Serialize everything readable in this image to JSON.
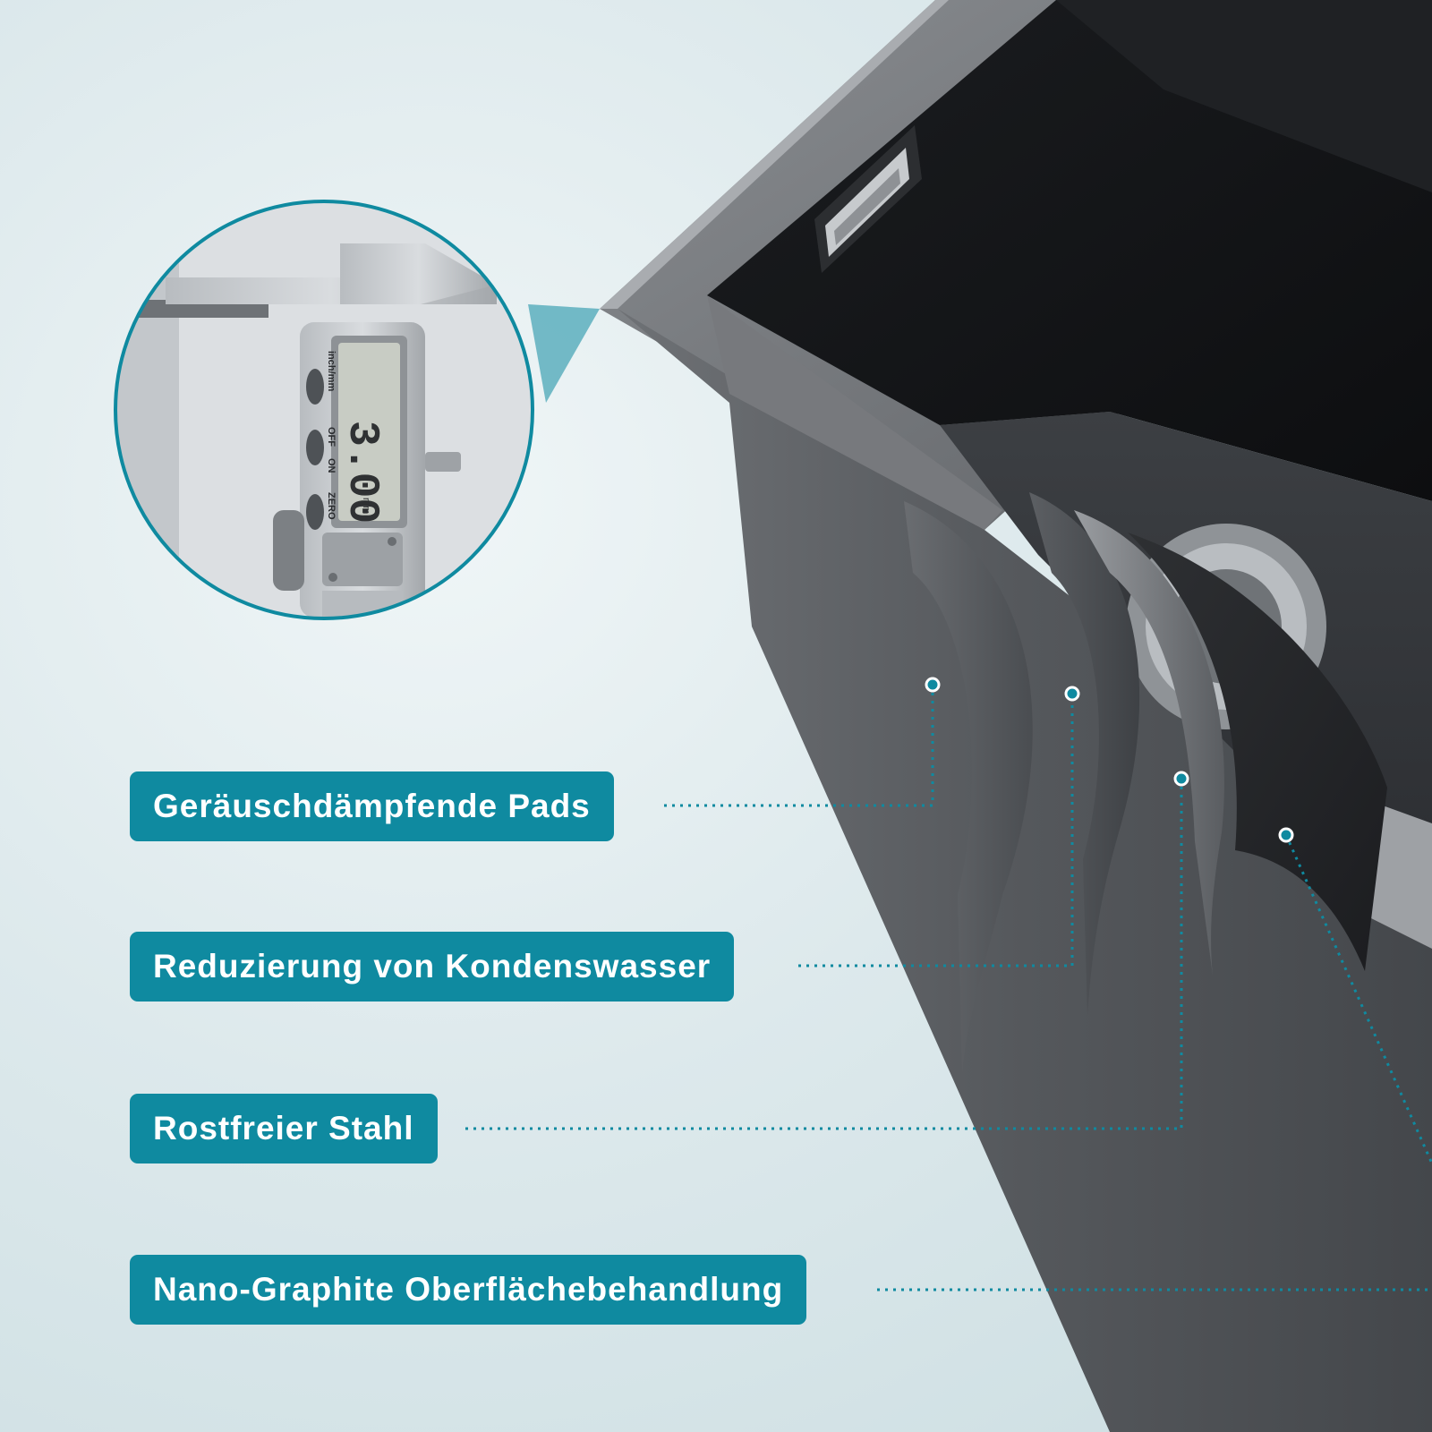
{
  "colors": {
    "accent": "#0f8aa0",
    "background": "#dde9ec",
    "sink_graphite": "#4b4e52",
    "sink_interior": "#121416"
  },
  "callouts": [
    {
      "label": "Geräuschdämpfende Pads"
    },
    {
      "label": "Reduzierung von Kondenswasser"
    },
    {
      "label": "Rostfreier Stahl"
    },
    {
      "label": "Nano-Graphite Oberflächebehandlung"
    }
  ],
  "caliper": {
    "unit_button": "inch/mm",
    "power_off": "OFF",
    "power_on": "ON",
    "zero_button": "ZERO",
    "reading": "3.00",
    "reading_unit": "mm"
  }
}
